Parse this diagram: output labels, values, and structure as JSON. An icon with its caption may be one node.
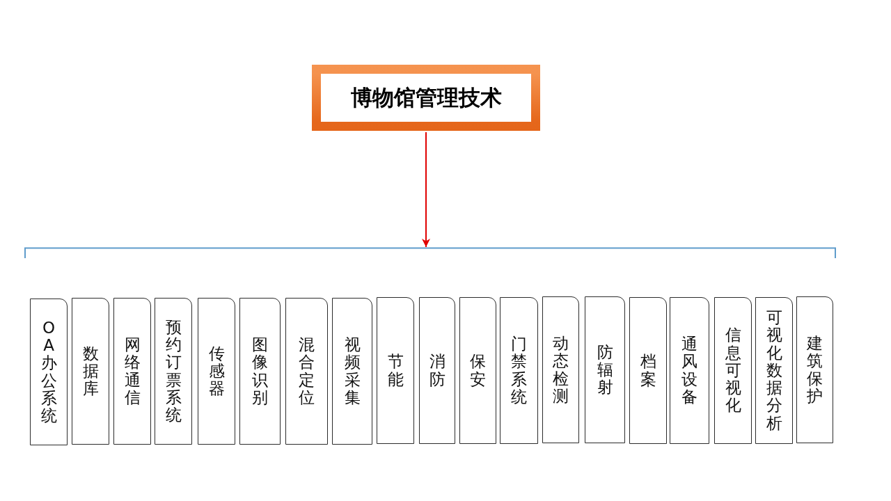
{
  "diagram": {
    "nodes": [
      {
        "text": [
          "博物馆管理技术"
        ]
      },
      {
        "text": [],
        "shape": "bracket"
      },
      {
        "text": [
          "OA办公系统"
        ]
      },
      {
        "text": [
          "数据库"
        ]
      },
      {
        "text": [
          "网络通信"
        ]
      },
      {
        "text": [
          "预约订票系统"
        ]
      },
      {
        "text": [
          "传感器"
        ]
      },
      {
        "text": [
          "图像识别"
        ]
      },
      {
        "text": [
          "混合定位"
        ]
      },
      {
        "text": [
          "视频采集"
        ]
      },
      {
        "text": [
          "节能"
        ]
      },
      {
        "text": [
          "消防"
        ]
      },
      {
        "text": [
          "保安"
        ]
      },
      {
        "text": [
          "门禁系统"
        ]
      },
      {
        "text": [
          "动态检测"
        ]
      },
      {
        "text": [
          "防辐射"
        ]
      },
      {
        "text": [
          "档案"
        ]
      },
      {
        "text": [
          "通风设备"
        ]
      },
      {
        "text": [
          "信息可视化"
        ]
      },
      {
        "text": [
          "可视化数据分析"
        ]
      },
      {
        "text": [
          "建筑保护"
        ]
      }
    ],
    "edges": [
      {
        "from": 0,
        "to": 1,
        "arrow": "to"
      }
    ]
  }
}
